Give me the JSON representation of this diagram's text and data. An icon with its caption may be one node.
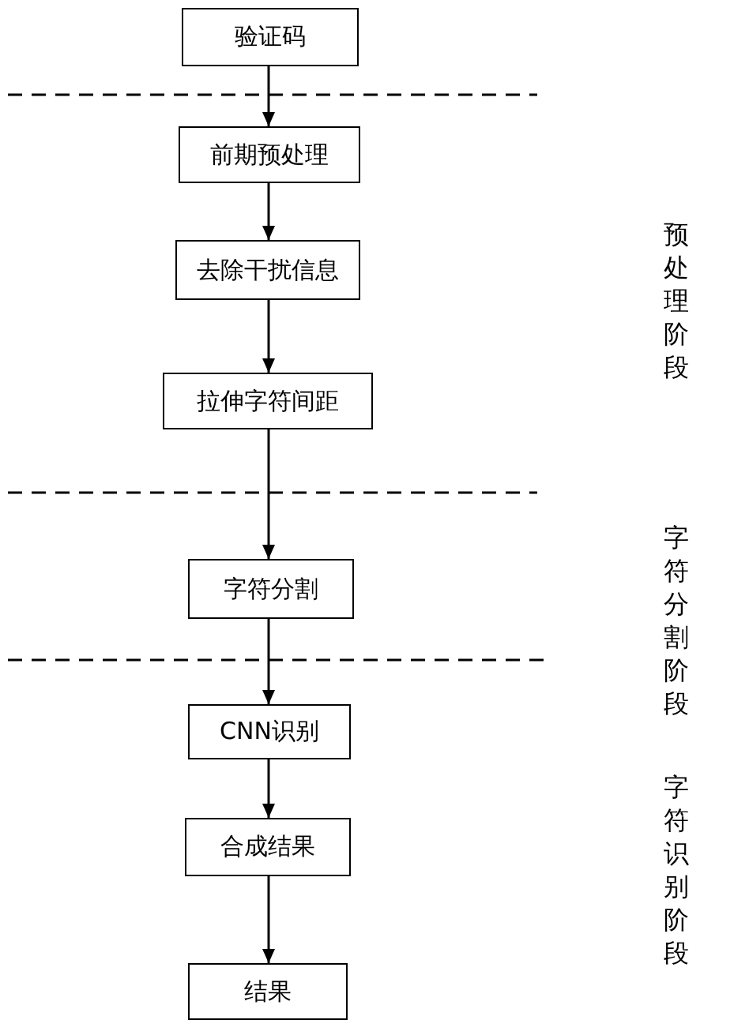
{
  "diagram": {
    "nodes": [
      {
        "text": [
          "验证码"
        ]
      },
      {
        "text": [
          "前期预处理"
        ]
      },
      {
        "text": [
          "去除干扰信息"
        ]
      },
      {
        "text": [
          "拉伸字符间距"
        ]
      },
      {
        "text": [
          "字符分割"
        ]
      },
      {
        "text": [
          "CNN识别"
        ]
      },
      {
        "text": [
          "合成结果"
        ]
      },
      {
        "text": [
          "结果"
        ]
      }
    ],
    "edges": [
      {
        "from": 0,
        "to": 1,
        "arrow": "to"
      },
      {
        "from": 1,
        "to": 2,
        "arrow": "to"
      },
      {
        "from": 2,
        "to": 3,
        "arrow": "to"
      },
      {
        "from": 3,
        "to": 4,
        "arrow": "to"
      },
      {
        "from": 4,
        "to": 5,
        "arrow": "to"
      },
      {
        "from": 5,
        "to": 6,
        "arrow": "to"
      },
      {
        "from": 6,
        "to": 7,
        "arrow": "to"
      }
    ],
    "labels": [
      "预处理阶段",
      "字符分割阶段",
      "字符识别阶段"
    ]
  }
}
